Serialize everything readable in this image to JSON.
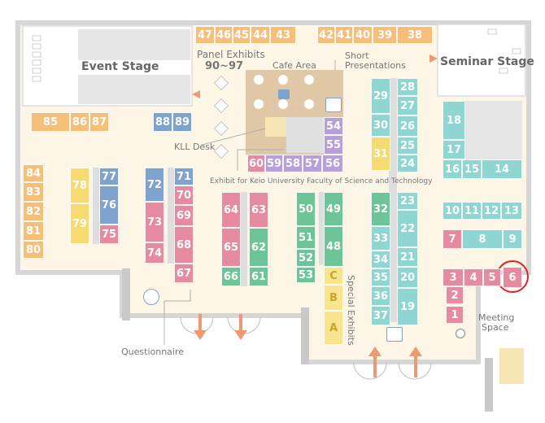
{
  "colors": {
    "orange": "#f5bf7a",
    "teal": "#8fd6d3",
    "pink": "#e68aa0",
    "lavender": "#b7a0d9",
    "green": "#6cc497",
    "blue": "#7ea3cc",
    "yellow": "#f6da72",
    "yellow_special": "#f7e48d",
    "highlight_ring": "#e22222",
    "floor": "#fdf6e6",
    "wall": "#d6d6d6",
    "arrow": "#ee9970"
  },
  "labels": {
    "event_stage": "Event Stage",
    "seminar_stage": "Seminar Stage",
    "panel_exhibits": "Panel Exhibits",
    "panel_range": "90~97",
    "cafe_area": "Cafe Area",
    "short_presentations_line1": "Short",
    "short_presentations_line2": "Presentations",
    "kll_desk": "KLL Desk",
    "keio_exhibit": "Exhibit for Keio University Faculty of Science and Technology",
    "special_exhibits": "Special Exhibits",
    "meeting_space_line1": "Meeting",
    "meeting_space_line2": "Space",
    "questionnaire": "Questionnaire"
  },
  "booths": [
    {
      "id": "47",
      "color": "orange"
    },
    {
      "id": "46",
      "color": "orange"
    },
    {
      "id": "45",
      "color": "orange"
    },
    {
      "id": "44",
      "color": "orange"
    },
    {
      "id": "43",
      "color": "orange"
    },
    {
      "id": "42",
      "color": "orange"
    },
    {
      "id": "41",
      "color": "orange"
    },
    {
      "id": "40",
      "color": "orange"
    },
    {
      "id": "39",
      "color": "orange"
    },
    {
      "id": "38",
      "color": "orange"
    },
    {
      "id": "85",
      "color": "orange"
    },
    {
      "id": "86",
      "color": "orange"
    },
    {
      "id": "87",
      "color": "orange"
    },
    {
      "id": "88",
      "color": "blue"
    },
    {
      "id": "89",
      "color": "blue"
    },
    {
      "id": "84",
      "color": "orange"
    },
    {
      "id": "83",
      "color": "orange"
    },
    {
      "id": "82",
      "color": "orange"
    },
    {
      "id": "81",
      "color": "orange"
    },
    {
      "id": "80",
      "color": "orange"
    },
    {
      "id": "78",
      "color": "yellow"
    },
    {
      "id": "79",
      "color": "yellow"
    },
    {
      "id": "77",
      "color": "blue"
    },
    {
      "id": "76",
      "color": "blue"
    },
    {
      "id": "75",
      "color": "pink"
    },
    {
      "id": "72",
      "color": "blue"
    },
    {
      "id": "73",
      "color": "pink"
    },
    {
      "id": "74",
      "color": "pink"
    },
    {
      "id": "71",
      "color": "blue"
    },
    {
      "id": "70",
      "color": "pink"
    },
    {
      "id": "69",
      "color": "pink"
    },
    {
      "id": "68",
      "color": "pink"
    },
    {
      "id": "67",
      "color": "pink"
    },
    {
      "id": "64",
      "color": "pink"
    },
    {
      "id": "65",
      "color": "pink"
    },
    {
      "id": "66",
      "color": "green"
    },
    {
      "id": "63",
      "color": "pink"
    },
    {
      "id": "62",
      "color": "green"
    },
    {
      "id": "61",
      "color": "green"
    },
    {
      "id": "60",
      "color": "pink"
    },
    {
      "id": "59",
      "color": "lavender"
    },
    {
      "id": "58",
      "color": "lavender"
    },
    {
      "id": "57",
      "color": "lavender"
    },
    {
      "id": "56",
      "color": "lavender"
    },
    {
      "id": "54",
      "color": "lavender"
    },
    {
      "id": "55",
      "color": "lavender"
    },
    {
      "id": "50",
      "color": "green"
    },
    {
      "id": "51",
      "color": "green"
    },
    {
      "id": "52",
      "color": "green"
    },
    {
      "id": "53",
      "color": "green"
    },
    {
      "id": "49",
      "color": "green"
    },
    {
      "id": "48",
      "color": "green"
    },
    {
      "id": "C",
      "color": "yellow_special"
    },
    {
      "id": "B",
      "color": "yellow_special"
    },
    {
      "id": "A",
      "color": "yellow_special"
    },
    {
      "id": "29",
      "color": "teal"
    },
    {
      "id": "30",
      "color": "teal"
    },
    {
      "id": "31",
      "color": "yellow"
    },
    {
      "id": "28",
      "color": "teal"
    },
    {
      "id": "27",
      "color": "teal"
    },
    {
      "id": "26",
      "color": "teal"
    },
    {
      "id": "25",
      "color": "teal"
    },
    {
      "id": "24",
      "color": "teal"
    },
    {
      "id": "32",
      "color": "green"
    },
    {
      "id": "33",
      "color": "teal"
    },
    {
      "id": "34",
      "color": "teal"
    },
    {
      "id": "35",
      "color": "teal"
    },
    {
      "id": "36",
      "color": "teal"
    },
    {
      "id": "37",
      "color": "teal"
    },
    {
      "id": "23",
      "color": "teal"
    },
    {
      "id": "22",
      "color": "teal"
    },
    {
      "id": "21",
      "color": "teal"
    },
    {
      "id": "20",
      "color": "teal"
    },
    {
      "id": "19",
      "color": "teal"
    },
    {
      "id": "18",
      "color": "teal"
    },
    {
      "id": "17",
      "color": "teal"
    },
    {
      "id": "16",
      "color": "teal"
    },
    {
      "id": "15",
      "color": "teal"
    },
    {
      "id": "14",
      "color": "teal"
    },
    {
      "id": "10",
      "color": "teal"
    },
    {
      "id": "11",
      "color": "teal"
    },
    {
      "id": "12",
      "color": "teal"
    },
    {
      "id": "13",
      "color": "teal"
    },
    {
      "id": "7",
      "color": "pink"
    },
    {
      "id": "8",
      "color": "teal"
    },
    {
      "id": "9",
      "color": "teal"
    },
    {
      "id": "3",
      "color": "pink"
    },
    {
      "id": "4",
      "color": "pink"
    },
    {
      "id": "5",
      "color": "pink"
    },
    {
      "id": "6",
      "color": "pink",
      "highlighted": true
    },
    {
      "id": "2",
      "color": "pink"
    },
    {
      "id": "1",
      "color": "pink"
    }
  ]
}
